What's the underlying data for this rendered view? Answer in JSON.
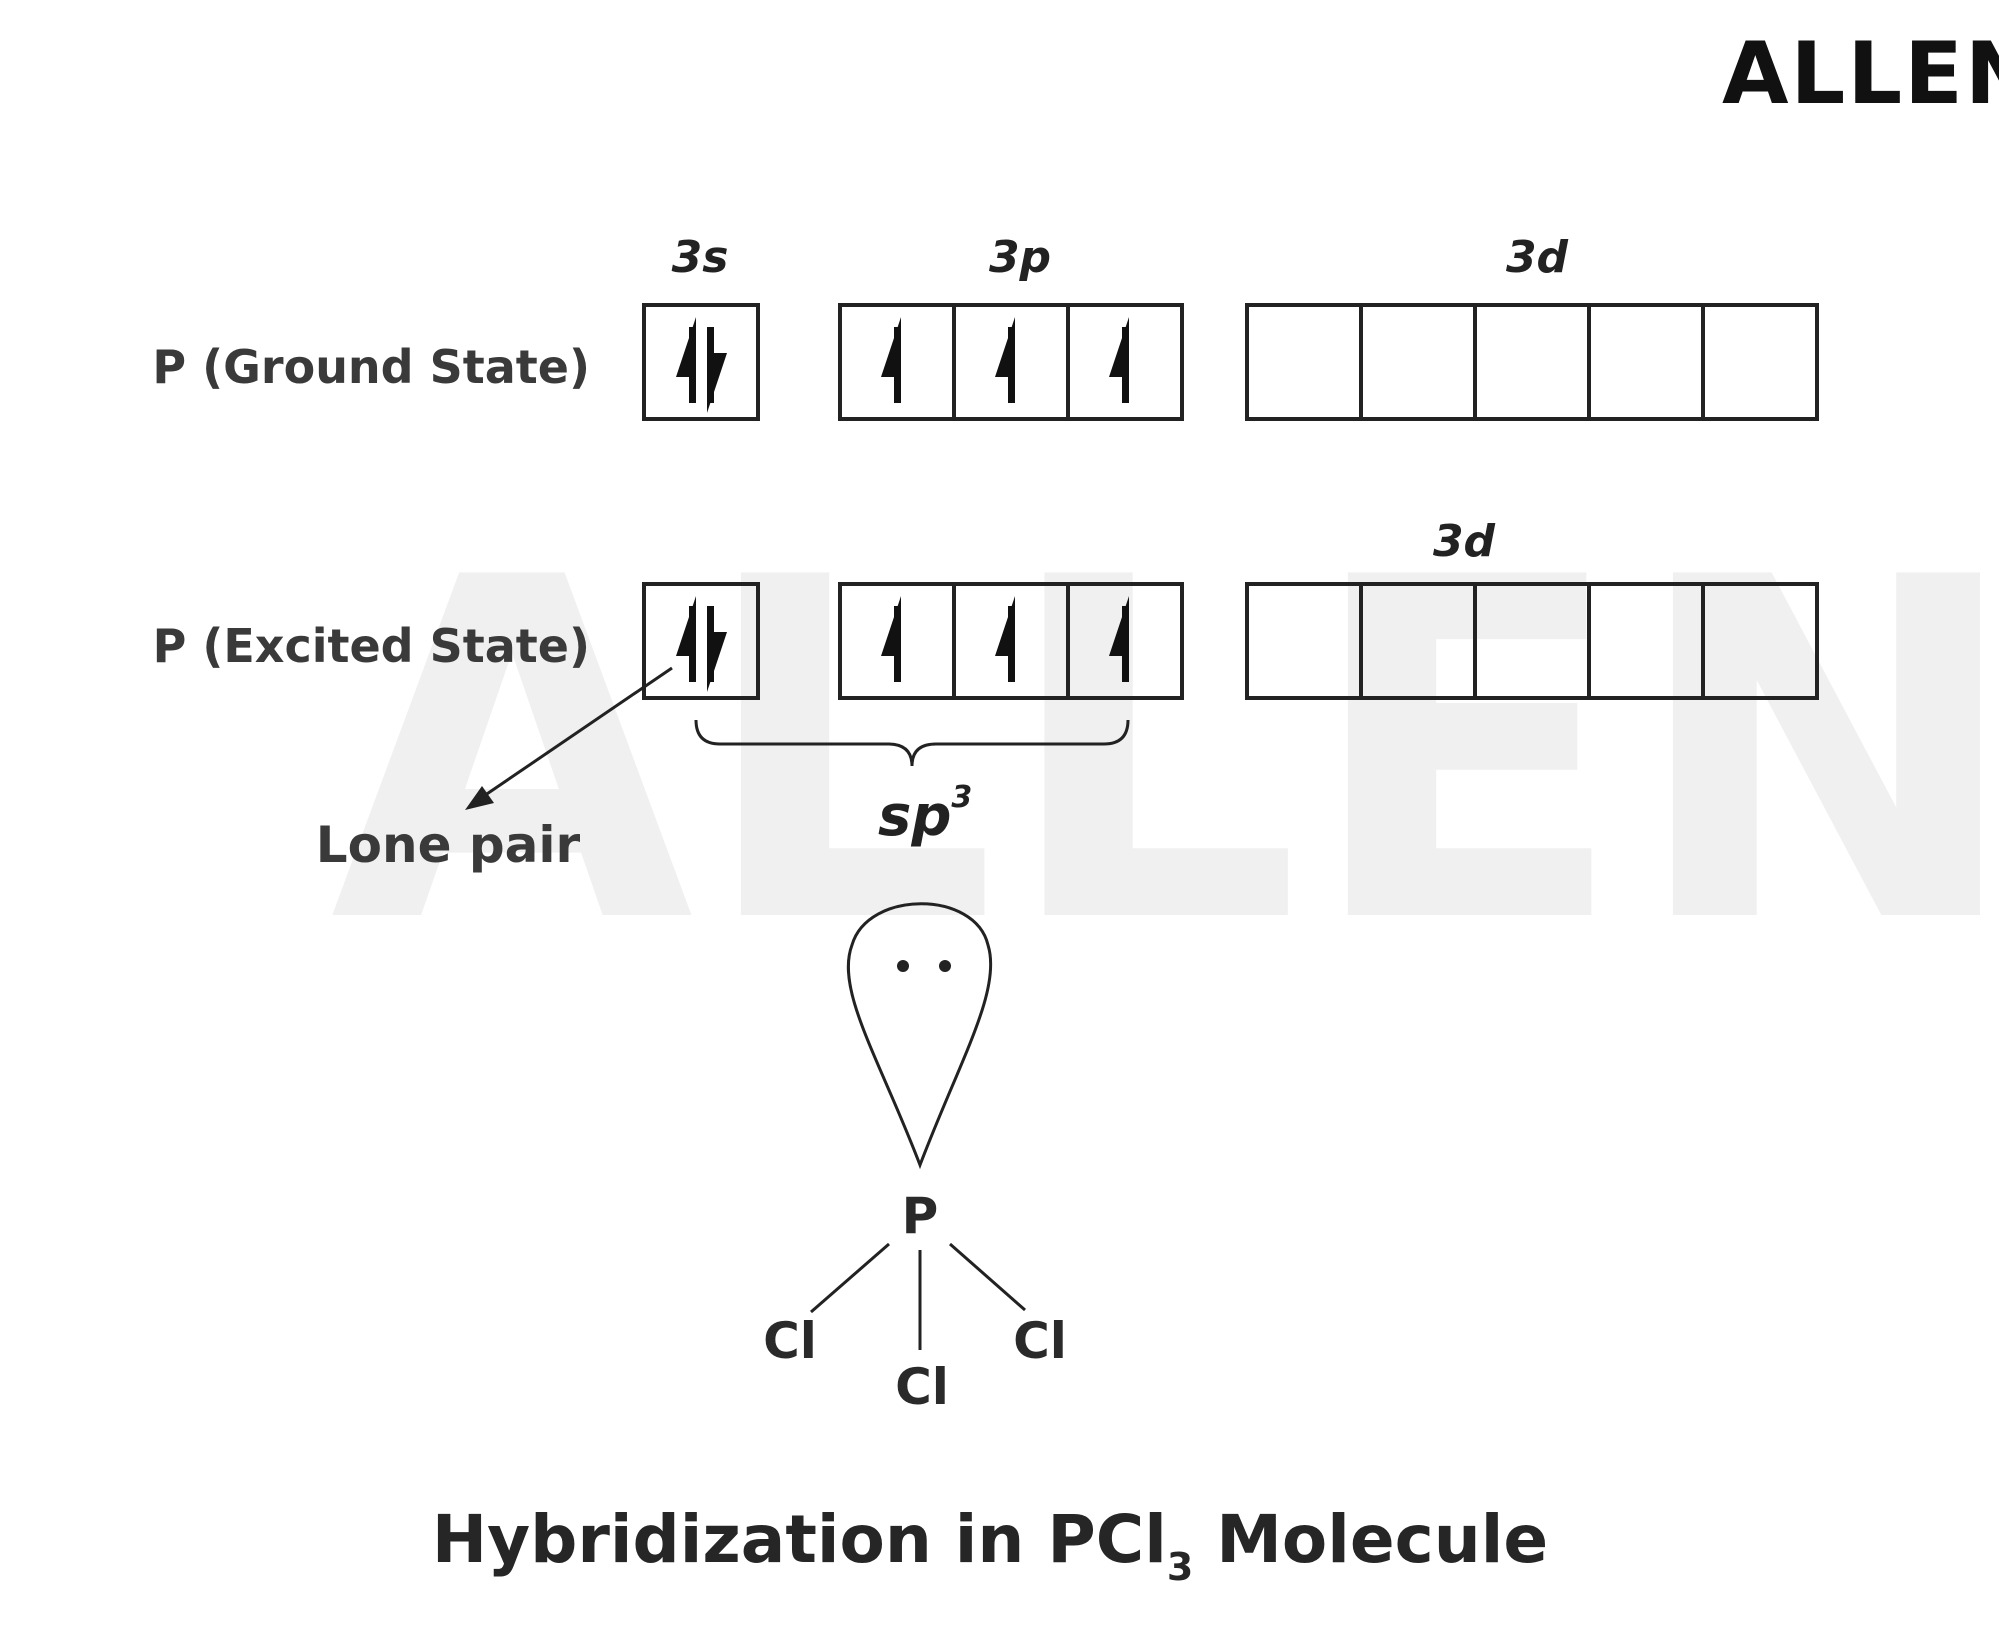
{
  "logo": {
    "text": "ALLEN",
    "watermark": "ALLEN"
  },
  "colors": {
    "ink": "#222222",
    "watermark": "#f0f0f0",
    "background": "#ffffff"
  },
  "subshell_labels": {
    "s": "3s",
    "p": "3p",
    "d_ground": "3d",
    "d_excited": "3d"
  },
  "rows": {
    "ground": {
      "label": "P (Ground State)",
      "s_electrons": 2,
      "p_electrons": [
        1,
        1,
        1
      ],
      "d_electrons": [
        0,
        0,
        0,
        0,
        0
      ]
    },
    "excited": {
      "label": "P (Excited State)",
      "s_electrons": 2,
      "p_electrons": [
        1,
        1,
        1
      ],
      "d_electrons": [
        0,
        0,
        0,
        0,
        0
      ]
    }
  },
  "annotations": {
    "lone_pair": "Lone pair",
    "hybrid": {
      "base": "sp",
      "exponent": "3"
    }
  },
  "molecule": {
    "central": "P",
    "ligands": [
      "Cl",
      "Cl",
      "Cl"
    ]
  },
  "caption": {
    "prefix": "Hybridization in PCl",
    "subscript": "3",
    "suffix": " Molecule"
  }
}
